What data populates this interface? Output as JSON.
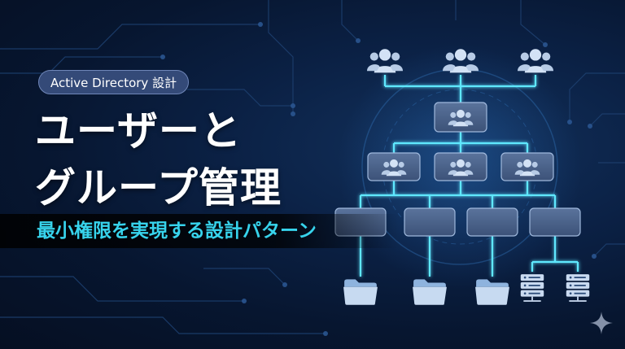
{
  "badge": {
    "label": "Active Directory 設計"
  },
  "title": {
    "line1": "ユーザーと",
    "line2": "グループ管理"
  },
  "subtitle": "最小権限を実現する設計パターン",
  "colors": {
    "background": "#071630",
    "accent": "#37d3ec",
    "node": "#c8d8ee",
    "line": "#5ee8ff"
  },
  "diagram": {
    "top_icons": [
      "users-icon",
      "users-icon",
      "users-icon"
    ],
    "group_root_icon": "users-icon",
    "group_icons": [
      "users-icon",
      "users-icon",
      "users-icon"
    ],
    "resource_icons": [
      "folder-icon",
      "folder-icon",
      "folder-icon",
      "server-icon",
      "server-icon"
    ]
  }
}
